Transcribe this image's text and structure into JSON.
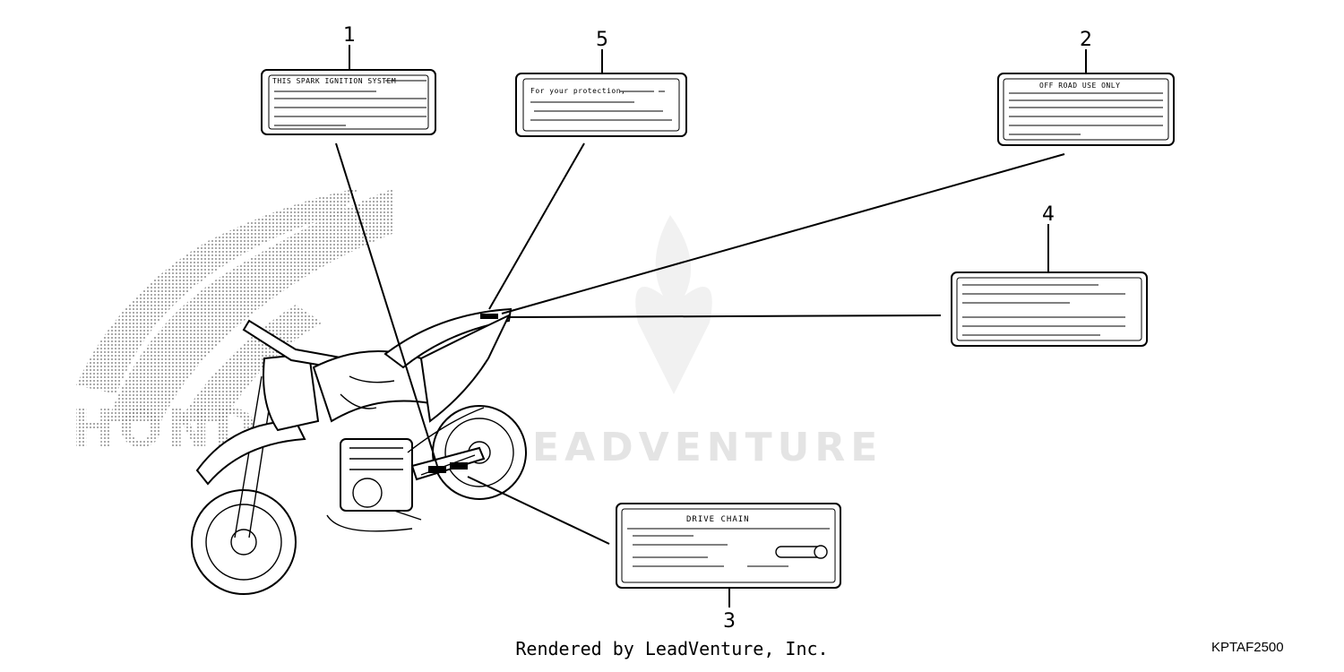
{
  "diagram": {
    "callouts": [
      {
        "number": "1",
        "label_text": "THIS SPARK IGNITION SYSTEM"
      },
      {
        "number": "2",
        "label_text": "OFF ROAD USE ONLY"
      },
      {
        "number": "3",
        "label_text": "DRIVE CHAIN"
      },
      {
        "number": "4",
        "label_text": ""
      },
      {
        "number": "5",
        "label_text": "For your protection,"
      }
    ]
  },
  "watermark": "LEADVENTURE",
  "footer": {
    "credit": "Rendered by LeadVenture, Inc.",
    "code": "KPTAF2500"
  }
}
